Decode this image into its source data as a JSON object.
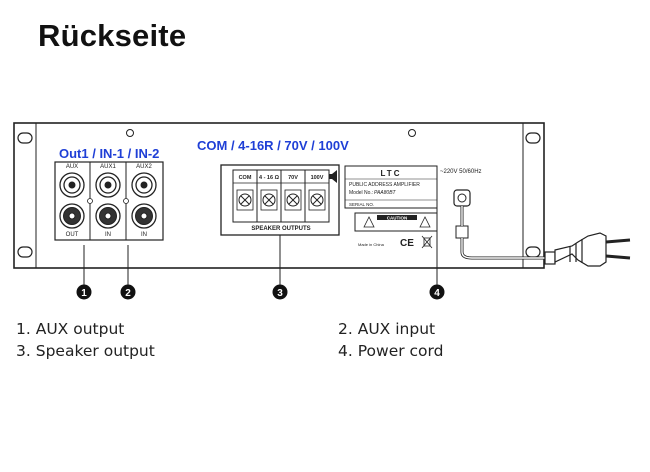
{
  "page": {
    "title": "Rückseite"
  },
  "panel": {
    "label_inputs": "Out1 / IN-1 / IN-2",
    "label_outputs": "COM / 4-16R / 70V / 100V",
    "label_color": "#1f3fd6",
    "rca": {
      "aux": "AUX",
      "aux1": "AUX1",
      "aux2": "AUX2",
      "out": "OUT",
      "in1": "IN",
      "in2": "IN"
    },
    "terminal_header": [
      "COM",
      "4 - 16 Ω",
      "70V",
      "100V"
    ],
    "speaker_outputs": "SPEAKER OUTPUTS",
    "brand": "LTC",
    "amp_name": "PUBLIC ADDRESS AMPLIFIER",
    "model_label": "Model No.:",
    "model_value": "PAA80BT",
    "serial_label": "SERIAL NO.",
    "caution": "CAUTION",
    "made_in": "Made in China",
    "marks": "CE",
    "power_label": "~220V 50/60Hz"
  },
  "callouts": [
    "1",
    "2",
    "3",
    "4"
  ],
  "legend": [
    {
      "num": "1.",
      "text": "AUX output"
    },
    {
      "num": "2.",
      "text": "AUX input"
    },
    {
      "num": "3.",
      "text": "Speaker output"
    },
    {
      "num": "4.",
      "text": "Power cord"
    }
  ]
}
